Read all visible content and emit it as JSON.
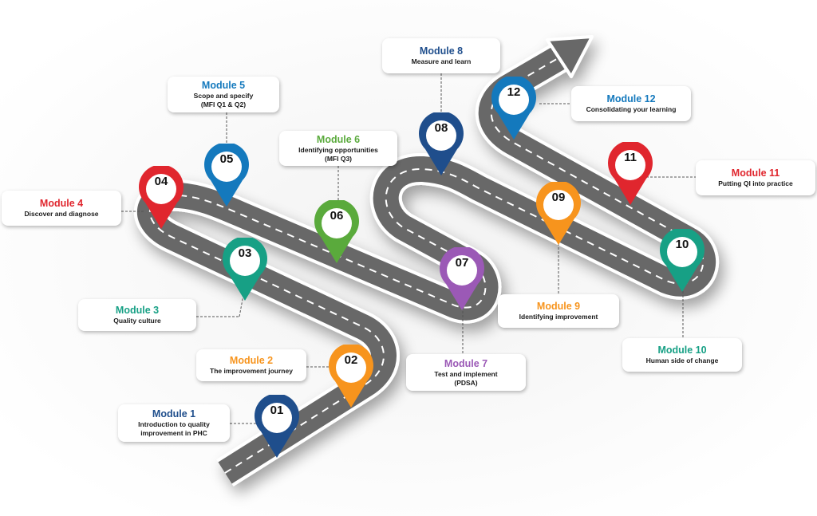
{
  "diagram": {
    "type": "roadmap",
    "modules": [
      {
        "number": "01",
        "title": "Module 1",
        "desc": [
          "Introduction to quality",
          "improvement in PHC"
        ],
        "color": "#1f4e8c"
      },
      {
        "number": "02",
        "title": "Module 2",
        "desc": [
          "The improvement journey"
        ],
        "color": "#f7941d"
      },
      {
        "number": "03",
        "title": "Module 3",
        "desc": [
          "Quality culture"
        ],
        "color": "#17a085"
      },
      {
        "number": "04",
        "title": "Module 4",
        "desc": [
          "Discover and diagnose"
        ],
        "color": "#e0262e"
      },
      {
        "number": "05",
        "title": "Module 5",
        "desc": [
          "Scope and specify",
          "(MFI Q1 & Q2)"
        ],
        "color": "#1479bd"
      },
      {
        "number": "06",
        "title": "Module 6",
        "desc": [
          "Identifying opportunities",
          "(MFI Q3)"
        ],
        "color": "#5aaa3c"
      },
      {
        "number": "07",
        "title": "Module 7",
        "desc": [
          "Test and implement",
          "(PDSA)"
        ],
        "color": "#9b59b6"
      },
      {
        "number": "08",
        "title": "Module 8",
        "desc": [
          "Measure and learn"
        ],
        "color": "#1f4e8c"
      },
      {
        "number": "09",
        "title": "Module  9",
        "desc": [
          "Identifying improvement"
        ],
        "color": "#f7941d"
      },
      {
        "number": "10",
        "title": "Module 10",
        "desc": [
          "Human side of change"
        ],
        "color": "#17a085"
      },
      {
        "number": "11",
        "title": "Module 11",
        "desc": [
          "Putting QI into practice"
        ],
        "color": "#e0262e"
      },
      {
        "number": "12",
        "title": "Module 12",
        "desc": [
          "Consolidating your learning"
        ],
        "color": "#1479bd"
      }
    ],
    "road": {
      "asphalt_color": "#676767",
      "edge_color": "#ffffff",
      "lane_marking_color": "#ffffff"
    },
    "icons": {
      "pin": "map-marker-icon",
      "road_end": "arrow-head-icon"
    }
  }
}
